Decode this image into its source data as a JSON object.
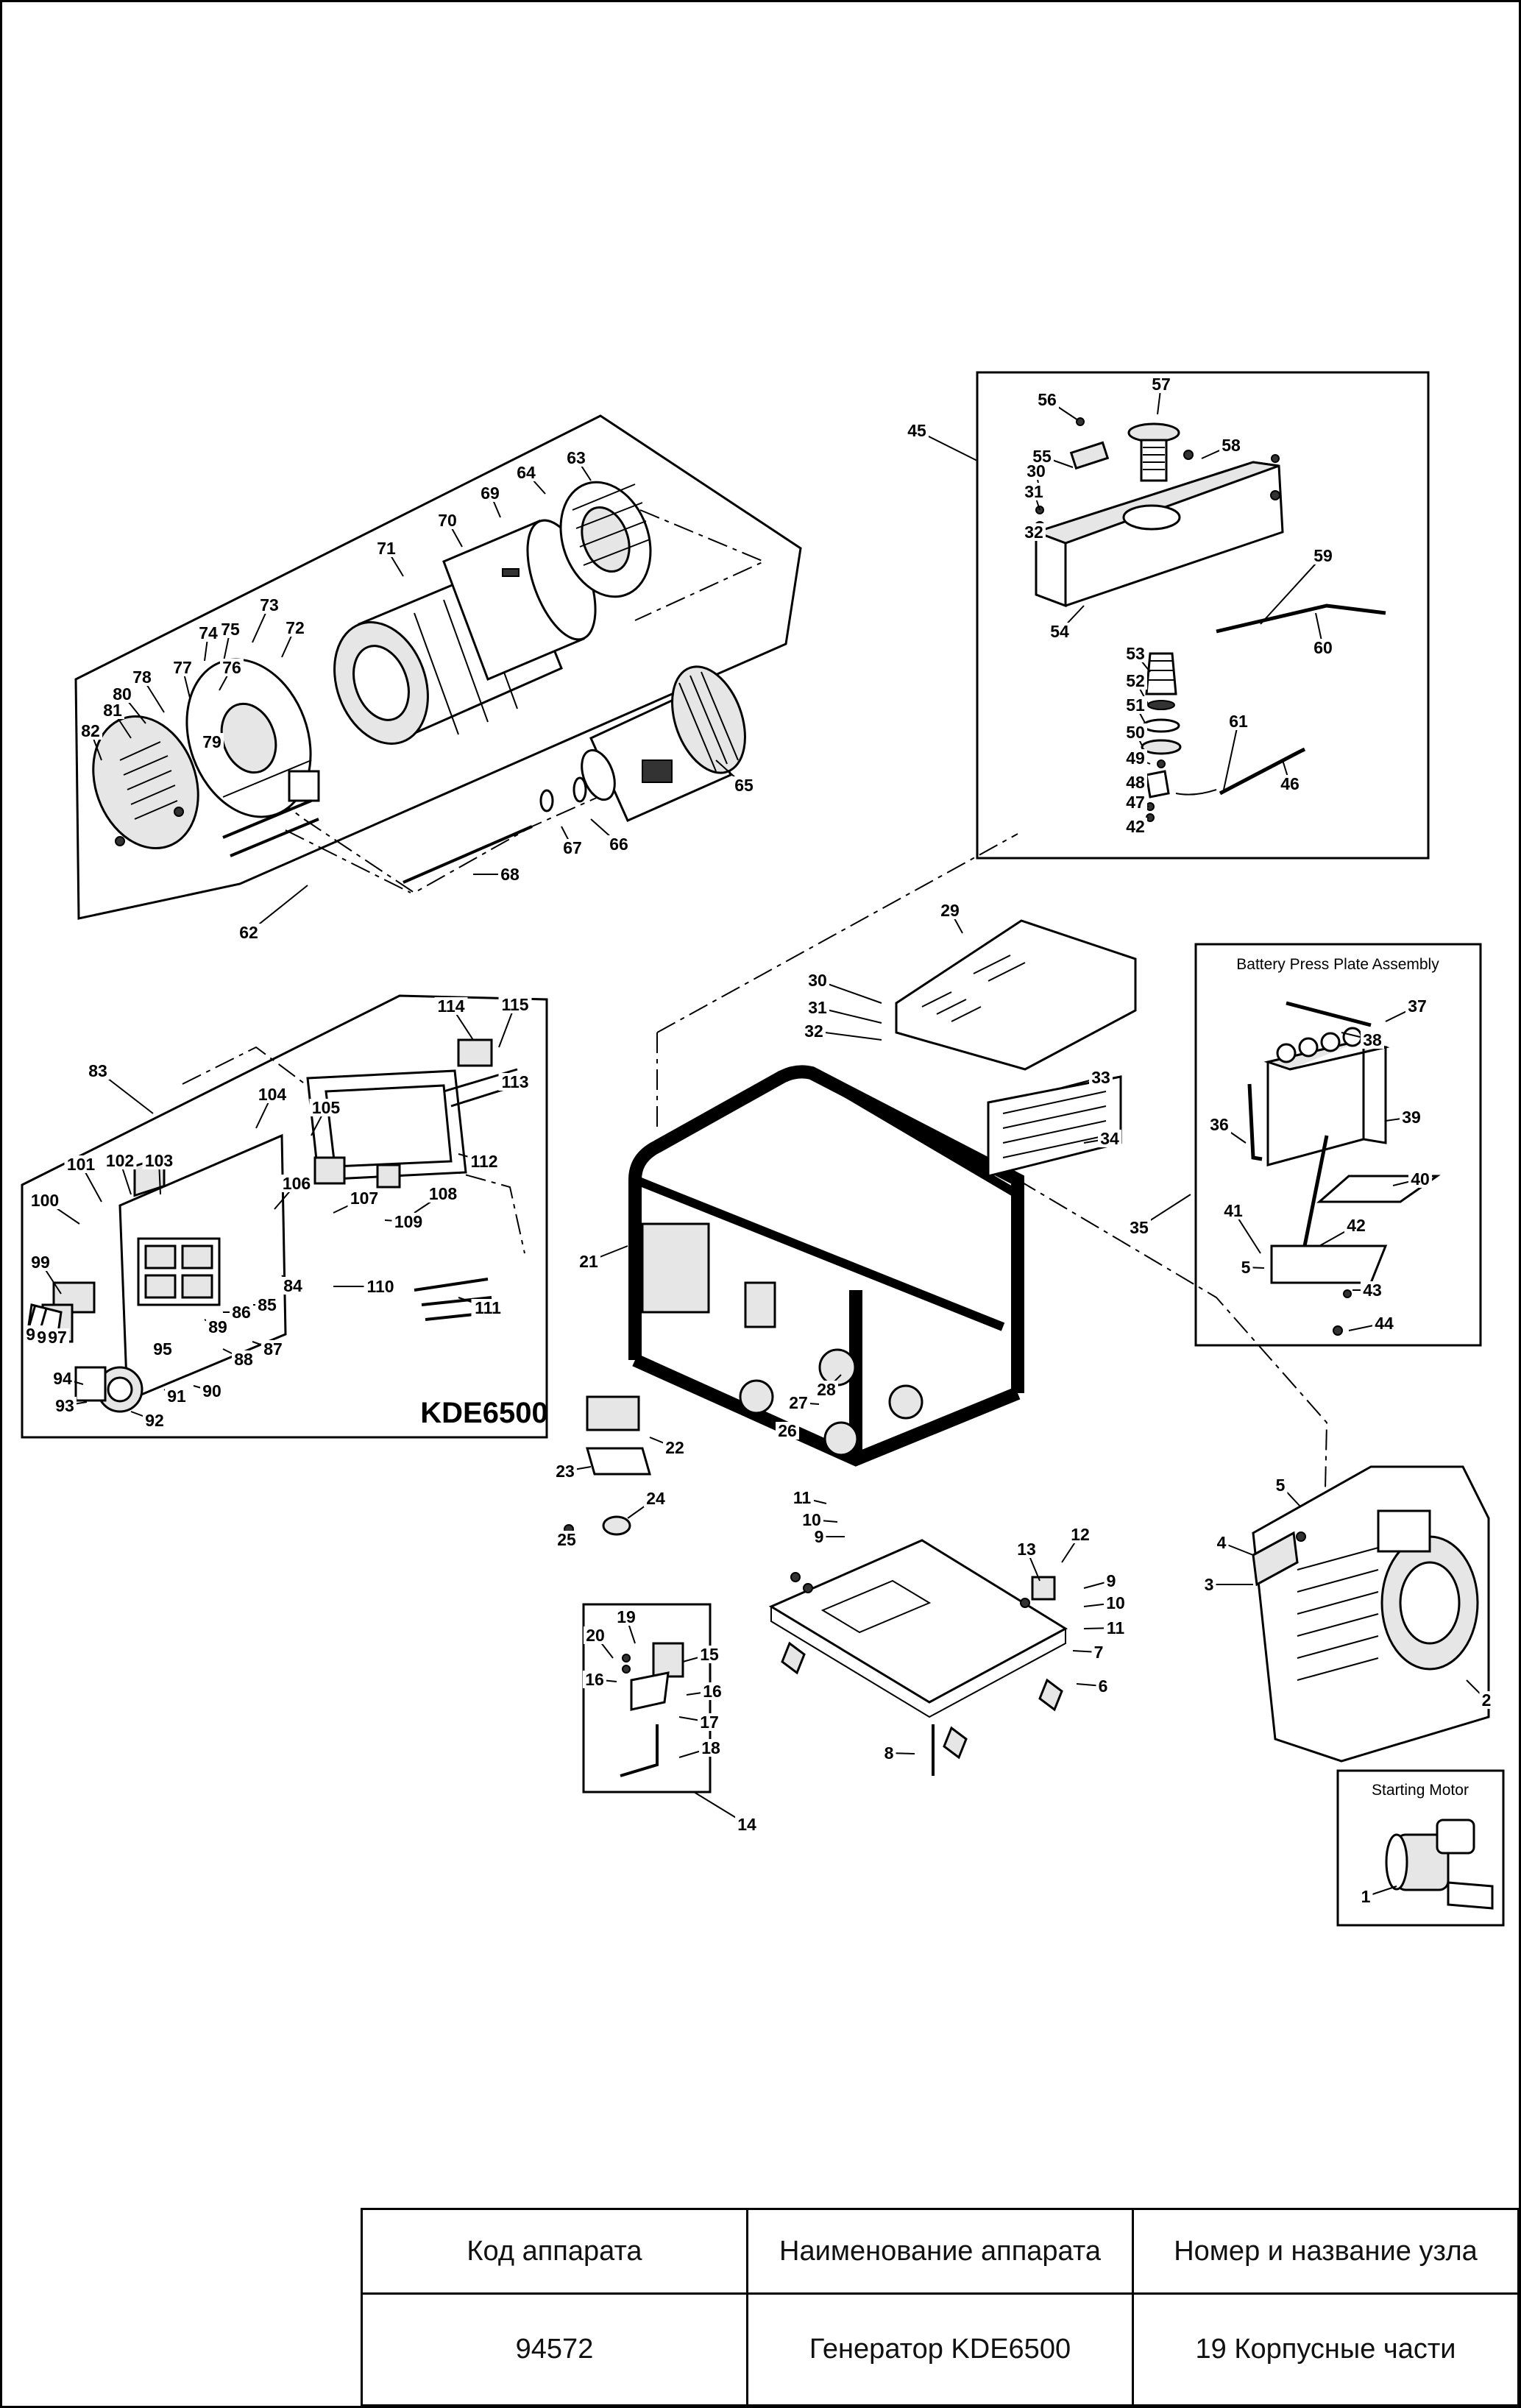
{
  "diagram": {
    "model_stamp": "KDE6500",
    "subassembly_titles": {
      "battery": "Battery Press Plate Assembly",
      "starter": "Starting Motor"
    },
    "labels": {
      "alternator": [
        "62",
        "63",
        "64",
        "65",
        "66",
        "67",
        "68",
        "69",
        "70",
        "71",
        "72",
        "73",
        "74",
        "75",
        "76",
        "77",
        "78",
        "79",
        "80",
        "81",
        "82"
      ],
      "fuel_tank": [
        "45",
        "56",
        "57",
        "55",
        "58",
        "30",
        "31",
        "32",
        "54",
        "59",
        "60",
        "53",
        "52",
        "51",
        "50",
        "49",
        "48",
        "47",
        "42",
        "61",
        "46"
      ],
      "control_panel": [
        "83",
        "114",
        "115",
        "104",
        "105",
        "113",
        "112",
        "101",
        "102",
        "103",
        "100",
        "106",
        "107",
        "99",
        "108",
        "109",
        "110",
        "84",
        "111",
        "98",
        "96",
        "97",
        "86",
        "85",
        "89",
        "87",
        "95",
        "88",
        "90",
        "91",
        "94",
        "93",
        "92"
      ],
      "frame": [
        "29",
        "30",
        "31",
        "32",
        "33",
        "34",
        "21",
        "35",
        "28",
        "27",
        "26",
        "22",
        "23",
        "24",
        "25",
        "11",
        "10",
        "9"
      ],
      "battery": [
        "37",
        "38",
        "36",
        "39",
        "40",
        "41",
        "42",
        "5",
        "43",
        "44"
      ],
      "base": [
        "13",
        "12",
        "9",
        "10",
        "11",
        "7",
        "6",
        "8"
      ],
      "engine": [
        "5",
        "4",
        "3",
        "2"
      ],
      "sensor": [
        "19",
        "20",
        "15",
        "16",
        "16",
        "17",
        "18",
        "14"
      ],
      "starter": [
        "1"
      ]
    }
  },
  "info_table": {
    "headers": [
      "Код аппарата",
      "Наименование аппарата",
      "Номер и название узла"
    ],
    "row": [
      "94572",
      "Генератор KDE6500",
      "19 Корпусные части"
    ]
  }
}
